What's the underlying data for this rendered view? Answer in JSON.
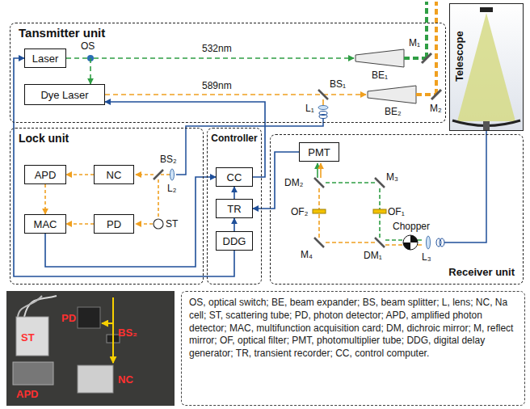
{
  "diagram": {
    "nodes": [
      {
        "text": [
          "Tansmitter unit"
        ]
      },
      {
        "text": [
          "Laser"
        ],
        "in": 0
      },
      {
        "text": [
          "Dye Laser"
        ],
        "in": 0
      },
      {
        "text": [
          "Telescope"
        ]
      },
      {
        "text": [
          "Lock unit"
        ]
      },
      {
        "text": [
          "APD"
        ],
        "in": 4
      },
      {
        "text": [
          "NC"
        ],
        "in": 4
      },
      {
        "text": [
          "MAC"
        ],
        "in": 4
      },
      {
        "text": [
          "PD"
        ],
        "in": 4
      },
      {
        "text": [
          "Controller"
        ]
      },
      {
        "text": [
          "CC"
        ],
        "in": 9
      },
      {
        "text": [
          "TR"
        ],
        "in": 9
      },
      {
        "text": [
          "DDG"
        ],
        "in": 9
      },
      {
        "text": [
          "Receiver unit"
        ]
      },
      {
        "text": [
          "PMT"
        ],
        "in": 13
      },
      {
        "text": [
          "OS, optical switch; BE, beam expander; BS, beam splitter; L, lens; NC, Na cell; ST, scattering tube; PD, photon detector; APD, amplified photon detector; MAC, multifunction acquisition card; DM, dichroic mirror; M, reflect mirror; OF, optical filter; PMT, photomultiplier tube; DDG, digital delay generator; TR, transient recorder; CC, control computer."
        ]
      }
    ],
    "edges": [
      {
        "from": 1,
        "to": 2,
        "arrow": "to"
      },
      {
        "from": 10,
        "to": 2,
        "arrow": "to"
      },
      {
        "from": 6,
        "to": 5,
        "arrow": "to"
      },
      {
        "from": 5,
        "to": 7,
        "arrow": "to"
      },
      {
        "from": 8,
        "to": 7,
        "arrow": "to"
      },
      {
        "from": 7,
        "to": 10,
        "arrow": "to"
      },
      {
        "from": 12,
        "to": 11,
        "arrow": "to"
      },
      {
        "from": 11,
        "to": 10,
        "arrow": "to"
      },
      {
        "from": 14,
        "to": 11,
        "arrow": "to"
      },
      {
        "from": 12,
        "to": 1,
        "arrow": "to"
      }
    ],
    "labels": [
      "OS",
      "532nm",
      "589nm",
      "BS₁",
      "BE₁",
      "M₁",
      "BE₂",
      "M₂",
      "L₁",
      "BS₂",
      "L₂",
      "ST",
      "DM₂",
      "M₃",
      "OF₂",
      "OF₁",
      "M₄",
      "DM₁",
      "Chopper",
      "L₃",
      "PD",
      "ST",
      "BS₂",
      "APD",
      "NC"
    ]
  }
}
